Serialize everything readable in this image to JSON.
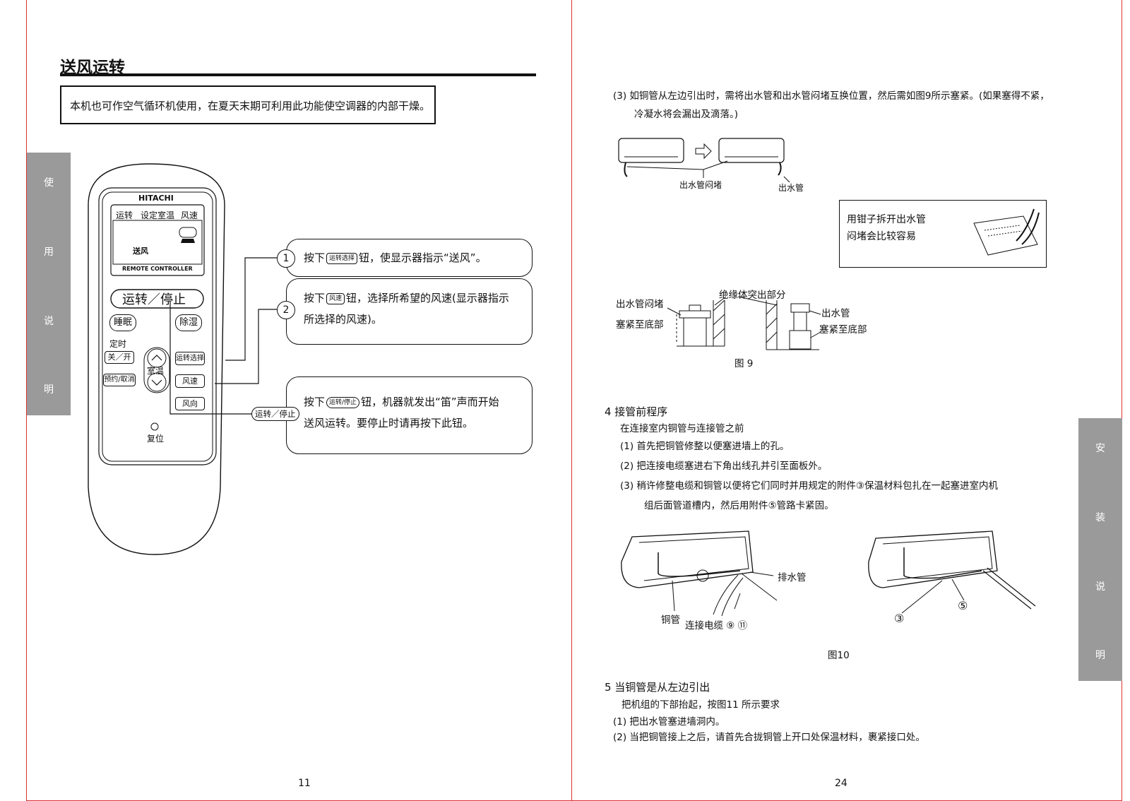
{
  "left_page": {
    "title": "送风运转",
    "intro": "本机也可作空气循环机使用，在夏天末期可利用此功能使空调器的内部干燥。",
    "side_tab": [
      "使",
      "用",
      "说",
      "明"
    ],
    "remote": {
      "brand": "HITACHI",
      "display_labels": [
        "运转",
        "设定室温",
        "风速"
      ],
      "display_mode": "送风",
      "display_caption": "REMOTE CONTROLLER",
      "power_button": "运转／停止",
      "sleep_button": "睡眠",
      "dehumid_button": "除湿",
      "timer_label": "定时",
      "on_off_button": "关／开",
      "reserve_button": "预约/取消",
      "room_temp_label": "室温",
      "mode_select_button": "运转选择",
      "fan_speed_button": "风速",
      "fan_direction_button": "风向",
      "reset_label": "复位"
    },
    "steps": [
      {
        "num": "1",
        "pre": "按下",
        "key": "运转选择",
        "post": "钮，使显示器指示“送风”。"
      },
      {
        "num": "2",
        "pre": "按下",
        "key": "风速",
        "post": "钮，选择所希望的风速(显示器指示",
        "line2": "所选择的风速)。"
      },
      {
        "num": "运转／停止",
        "pre": "按下",
        "key": "运转/停止",
        "post": "钮，机器就发出“笛”声而开始",
        "line2": "送风运转。要停止时请再按下此钮。"
      }
    ],
    "page_number": "11"
  },
  "right_page": {
    "side_tab": [
      "安",
      "装",
      "说",
      "明"
    ],
    "item3": {
      "line1": "(3) 如铜管从左边引出时，需将出水管和出水管闷堵互换位置，然后需如图9所示塞紧。(如果塞得不紧，",
      "line2": "冷凝水将会漏出及滴落。)"
    },
    "fig_top_labels": {
      "plug": "出水管闷堵",
      "drain": "出水管"
    },
    "tip_box": {
      "line1": "用钳子拆开出水管",
      "line2": "闷堵会比较容易"
    },
    "fig9_labels": {
      "plug": "出水管闷堵",
      "push_bottom_left": "塞紧至底部",
      "insulation": "绝缘体突出部分",
      "drain": "出水管",
      "push_bottom_right": "塞紧至底部",
      "caption": "图 9"
    },
    "section4": {
      "heading": "4  接管前程序",
      "sub": "在连接室内铜管与连接管之前",
      "items": [
        "(1)  首先把铜管修整以便塞进墙上的孔。",
        "(2)  把连接电缆塞进右下角出线孔并引至面板外。",
        "(3)  稍许修整电缆和铜管以便将它们同时并用规定的附件③保温材料包扎在一起塞进室内机"
      ],
      "item3_line2": "组后面管道槽内，然后用附件⑤管路卡紧固。"
    },
    "fig10_labels": {
      "drain_pipe": "排水管",
      "copper": "铜管",
      "cable": "连接电缆 ⑨ ⑪",
      "three": "③",
      "five": "⑤",
      "caption": "图10"
    },
    "section5": {
      "heading": "5  当铜管是从左边引出",
      "sub": "把机组的下部抬起，按图11 所示要求",
      "items": [
        "(1) 把出水管塞进墙洞内。",
        "(2) 当把铜管接上之后，请首先合拢铜管上开口处保温材料，裹紧接口处。"
      ]
    },
    "page_number": "24"
  }
}
